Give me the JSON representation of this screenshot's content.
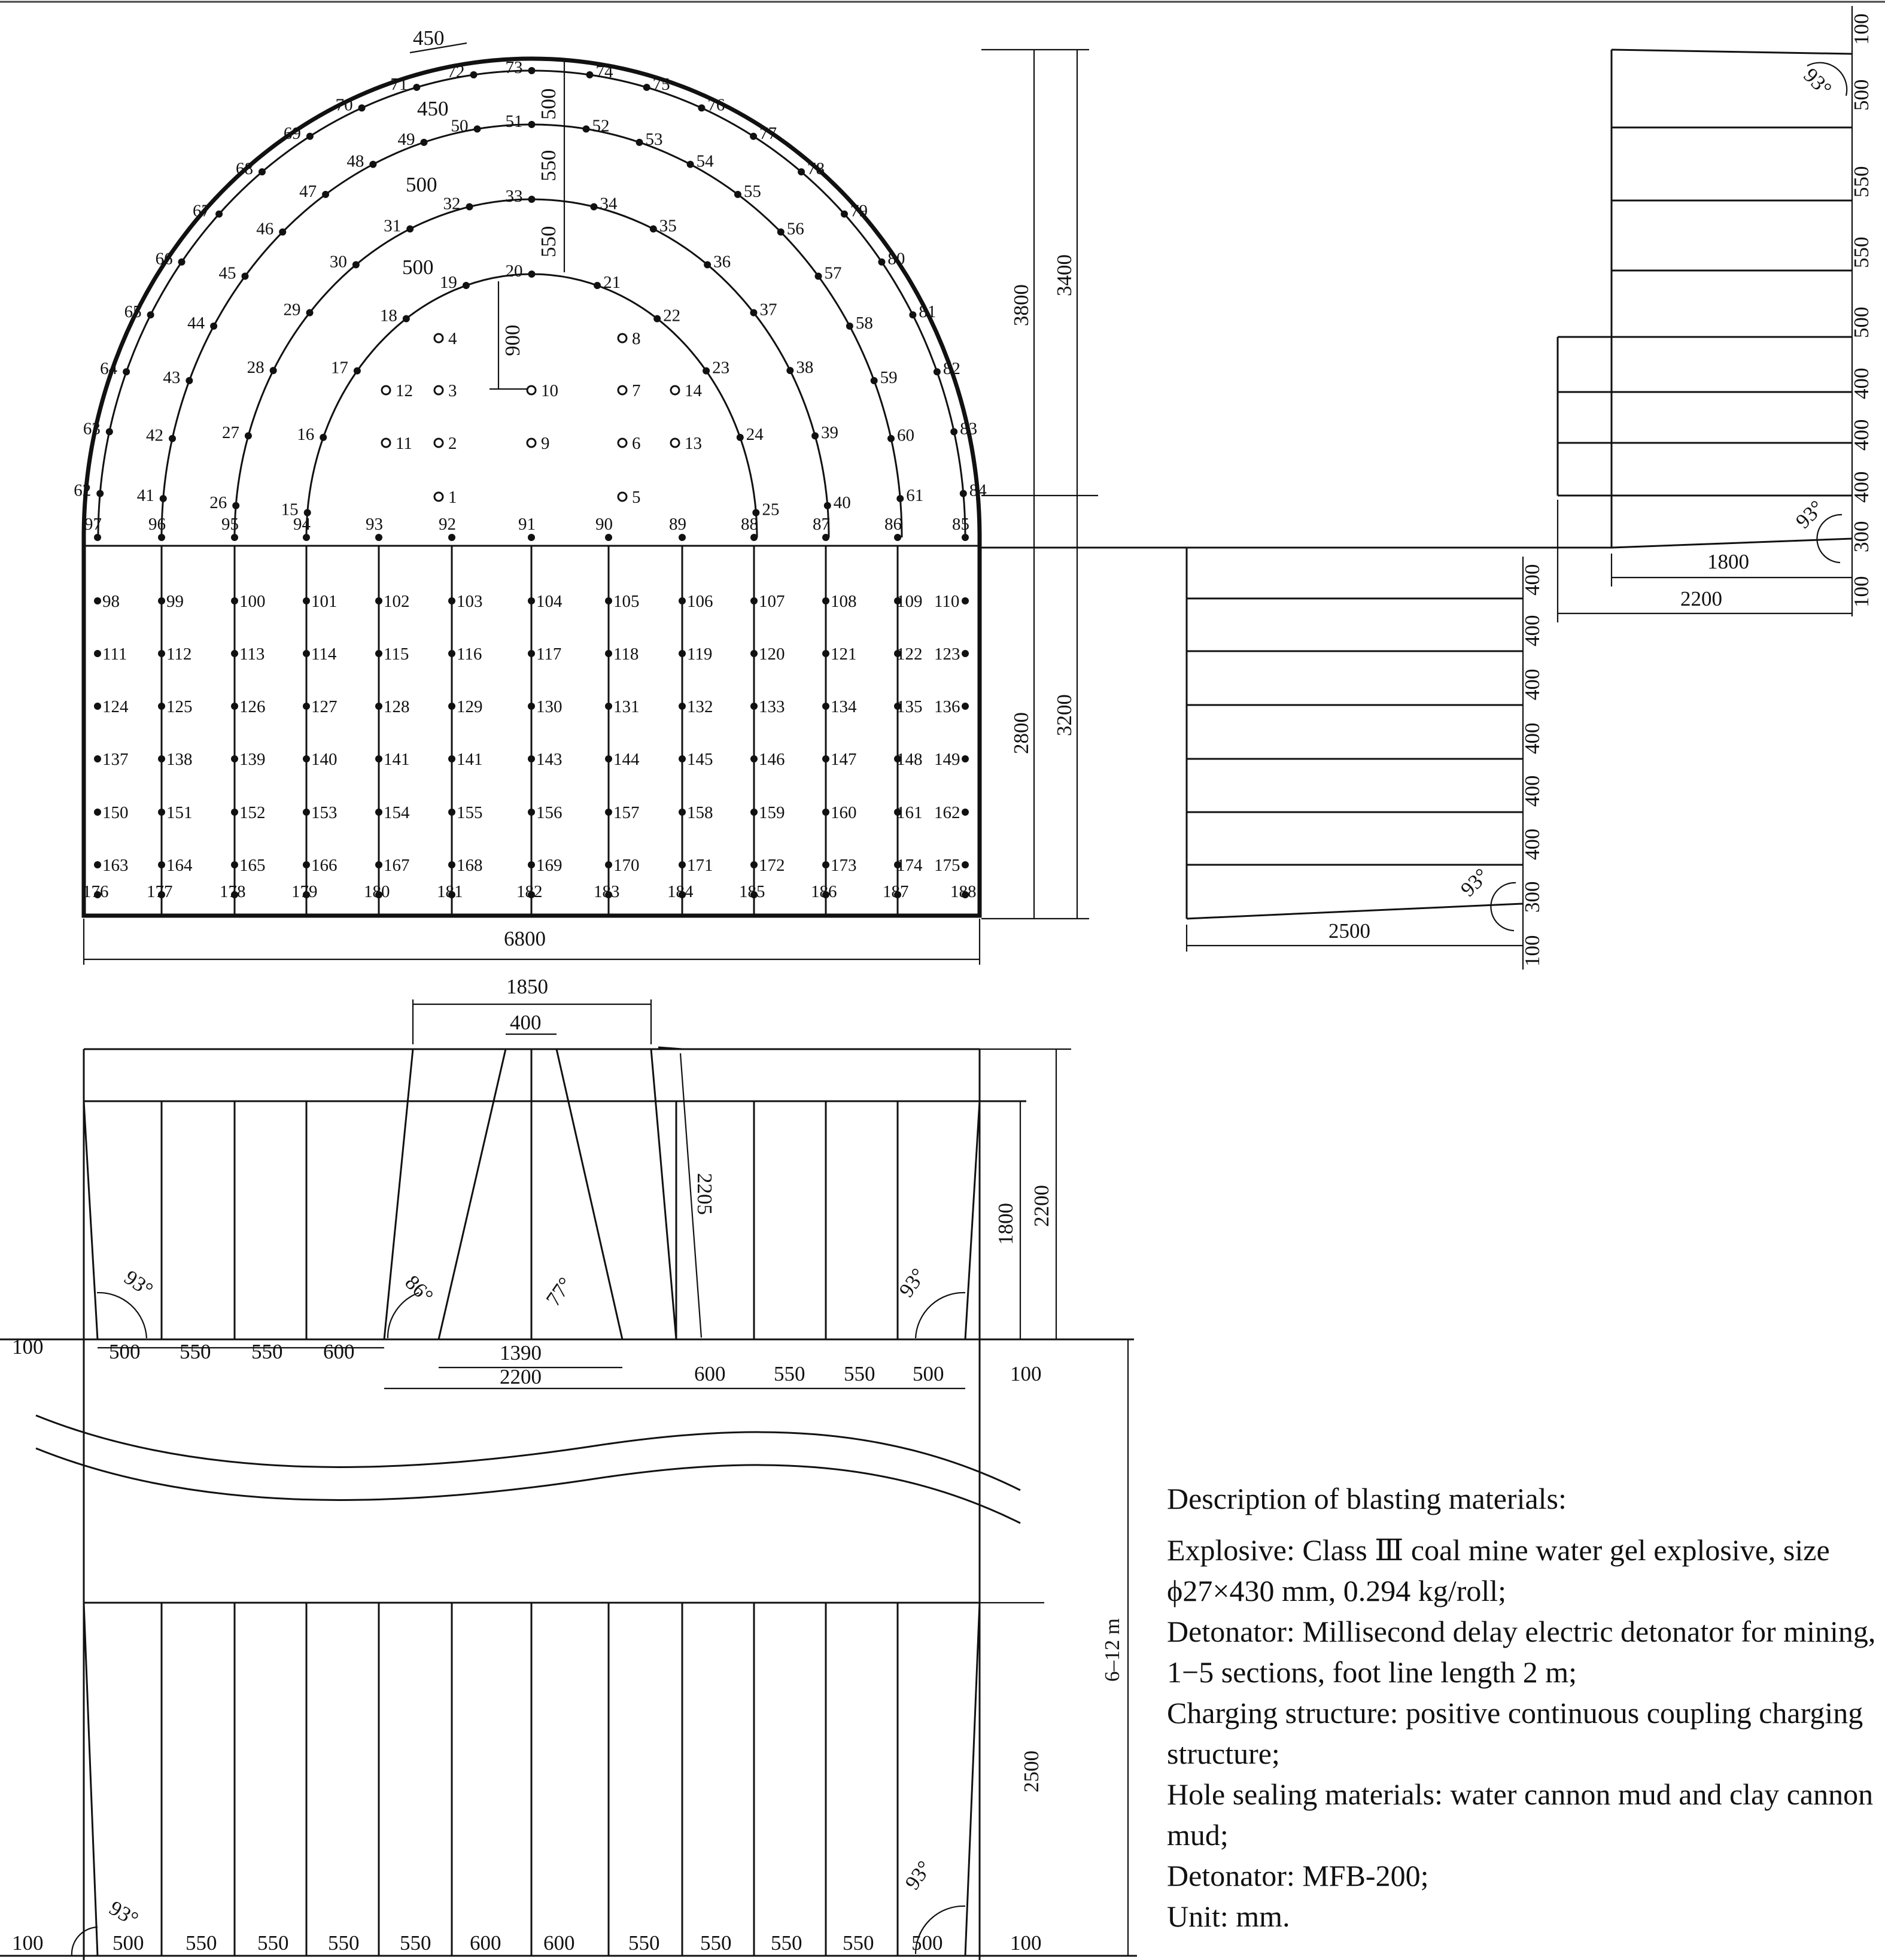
{
  "legend": {
    "title": "Description of blasting materials:",
    "explosive": "Explosive: Class Ⅲ coal mine water gel explosive, size ϕ27×430 mm, 0.294 kg/roll;",
    "detonator": "Detonator: Millisecond delay electric detonator for mining, 1−5 sections, foot line length 2 m;",
    "charging": "Charging structure: positive continuous coupling charging structure;",
    "sealing": "Hole sealing materials: water cannon mud and clay cannon mud;",
    "exploder": "Detonator: MFB-200;",
    "unit": "Unit: mm."
  },
  "front_view": {
    "width_label": "6800",
    "dims_right": [
      "3800",
      "3400",
      "2800",
      "3200"
    ],
    "arch_dims": [
      "450",
      "450",
      "500",
      "500",
      "500",
      "550",
      "550",
      "900"
    ],
    "hole_numbers": "1–188",
    "hole_columns": [
      [
        "98",
        "111",
        "124",
        "137",
        "150",
        "163",
        "176"
      ],
      [
        "99",
        "112",
        "125",
        "138",
        "151",
        "164",
        "177"
      ],
      [
        "100",
        "113",
        "126",
        "139",
        "152",
        "165",
        "178"
      ],
      [
        "101",
        "114",
        "127",
        "140",
        "153",
        "166",
        "179"
      ],
      [
        "102",
        "115",
        "128",
        "141",
        "154",
        "167",
        "180"
      ],
      [
        "103",
        "116",
        "129",
        "141",
        "155",
        "168",
        "181"
      ],
      [
        "104",
        "117",
        "130",
        "143",
        "156",
        "169",
        "182"
      ],
      [
        "105",
        "118",
        "131",
        "144",
        "157",
        "170",
        "183"
      ],
      [
        "106",
        "119",
        "132",
        "145",
        "158",
        "171",
        "184"
      ],
      [
        "107",
        "120",
        "133",
        "146",
        "159",
        "172",
        "185"
      ],
      [
        "108",
        "121",
        "134",
        "147",
        "160",
        "173",
        "186"
      ],
      [
        "109",
        "122",
        "135",
        "148",
        "161",
        "174",
        "187"
      ],
      [
        "110",
        "123",
        "136",
        "149",
        "162",
        "175",
        "188"
      ]
    ]
  },
  "side_view_upper": {
    "segments": [
      "100",
      "500",
      "550",
      "550",
      "500",
      "400",
      "400",
      "400",
      "300",
      "100"
    ],
    "angle": "93°",
    "bottom_dims": [
      "1800",
      "2200"
    ]
  },
  "side_view_lower": {
    "segments": [
      "400",
      "400",
      "400",
      "400",
      "400",
      "400",
      "300",
      "100"
    ],
    "angle": "93°",
    "bottom_dim": "2500"
  },
  "plan_view": {
    "top_dims": [
      "1850",
      "400"
    ],
    "cut_depth": "2205",
    "right_dims": [
      "1800",
      "2200",
      "6–12 m",
      "2500"
    ],
    "angles": [
      "93°",
      "86°",
      "77°",
      "93°",
      "93°",
      "93°"
    ],
    "mid_row_left": [
      "100",
      "500",
      "550",
      "550",
      "600"
    ],
    "mid_center": [
      "1390",
      "2200"
    ],
    "mid_row_right": [
      "600",
      "550",
      "550",
      "500",
      "100"
    ],
    "bottom_row": [
      "100",
      "500",
      "550",
      "550",
      "550",
      "550",
      "600",
      "600",
      "550",
      "550",
      "550",
      "550",
      "500",
      "100"
    ]
  }
}
